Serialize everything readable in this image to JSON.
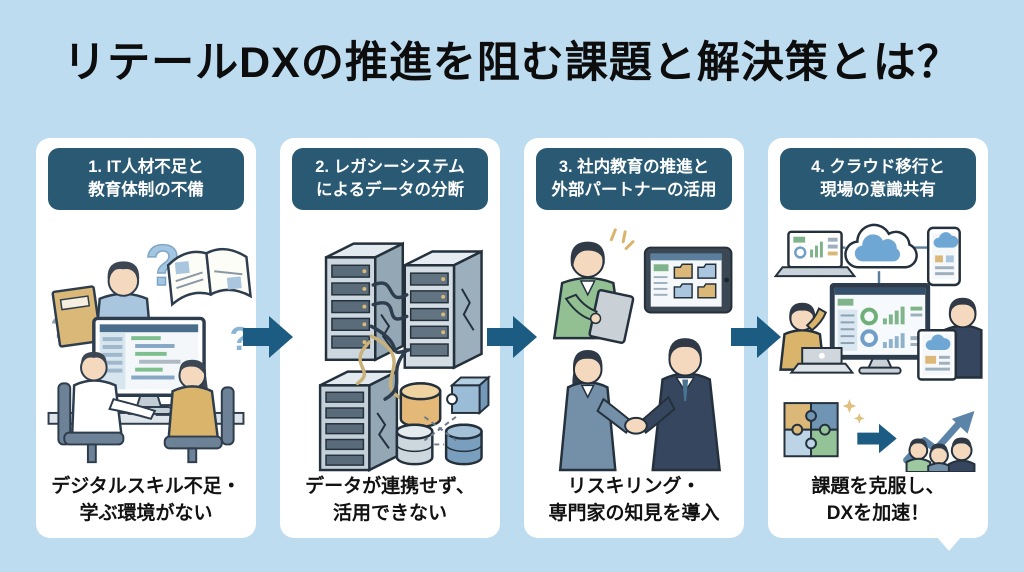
{
  "title": "リテールDXの推進を阻む課題と解決策とは？",
  "colors": {
    "background": "#bddcf0",
    "card": "#ffffff",
    "header_pill": "#2a5a73",
    "header_text": "#ffffff",
    "arrow": "#1d5c82",
    "caption_text": "#121212",
    "accent_tan": "#dcb878",
    "accent_green": "#92c093",
    "accent_steel_blue": "#7390a8",
    "accent_navy": "#35465e"
  },
  "arrow_icon": "right-arrow",
  "panels": [
    {
      "header_line1": "1. IT人材不足と",
      "header_line2": "教育体制の不備",
      "caption_line1": "デジタルスキル不足・",
      "caption_line2": "学ぶ環境がない",
      "illustration": "confused-workers-at-computer"
    },
    {
      "header_line1": "2. レガシーシステム",
      "header_line2": "によるデータの分断",
      "caption_line1": "データが連携せず、",
      "caption_line2": "活用できない",
      "illustration": "tangled-legacy-servers-and-databases"
    },
    {
      "header_line1": "3. 社内教育の推進と",
      "header_line2": "外部パートナーの活用",
      "caption_line1": "リスキリング・",
      "caption_line2": "専門家の知見を導入",
      "illustration": "training-tablet-and-partner-handshake"
    },
    {
      "header_line1": "4. クラウド移行と",
      "header_line2": "現場の意識共有",
      "caption_line1": "課題を克服し、",
      "caption_line2": "DXを加速！",
      "illustration": "cloud-dashboard-puzzle-growth"
    }
  ]
}
